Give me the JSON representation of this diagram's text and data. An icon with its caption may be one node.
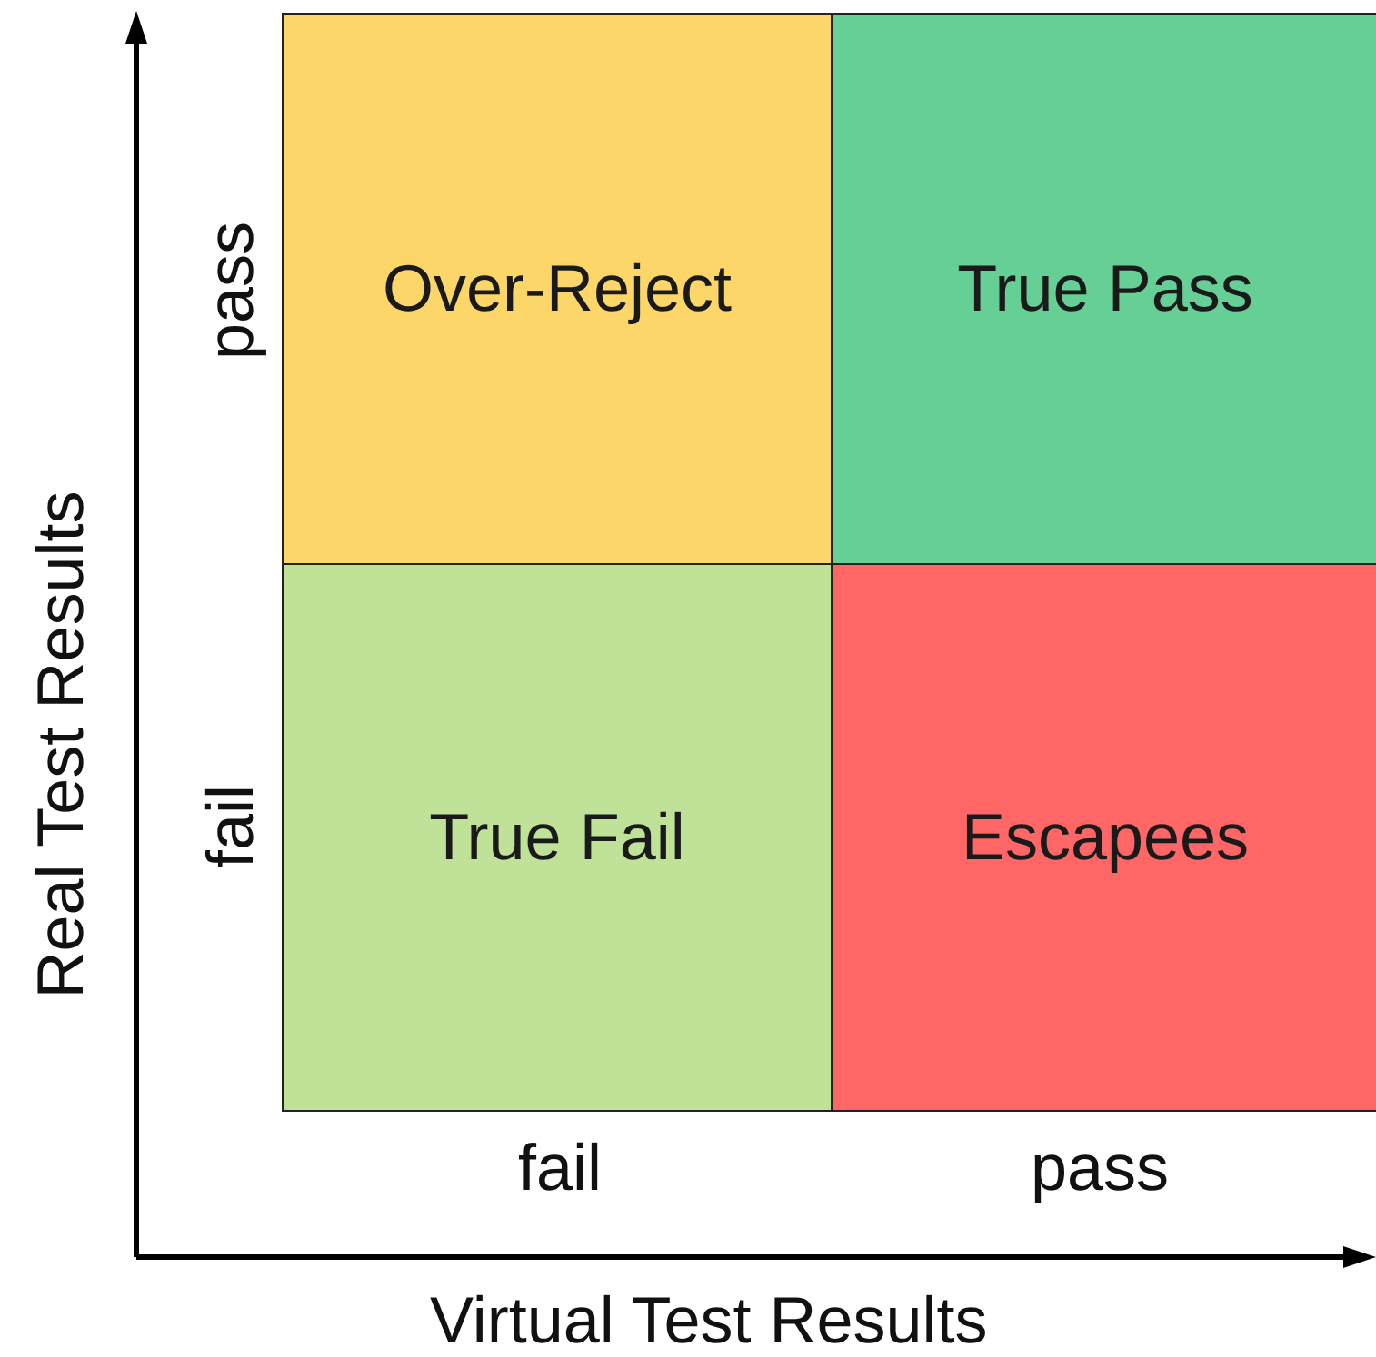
{
  "diagram": {
    "nodes": [
      {
        "text": [
          "Over-Reject"
        ]
      },
      {
        "text": [
          "True Pass"
        ]
      },
      {
        "text": [
          "True Fail"
        ]
      },
      {
        "text": [
          "Escapees"
        ]
      }
    ],
    "labels": [
      "Real Test Results",
      "pass",
      "fail",
      "fail",
      "pass",
      "Virtual Test Results"
    ]
  }
}
